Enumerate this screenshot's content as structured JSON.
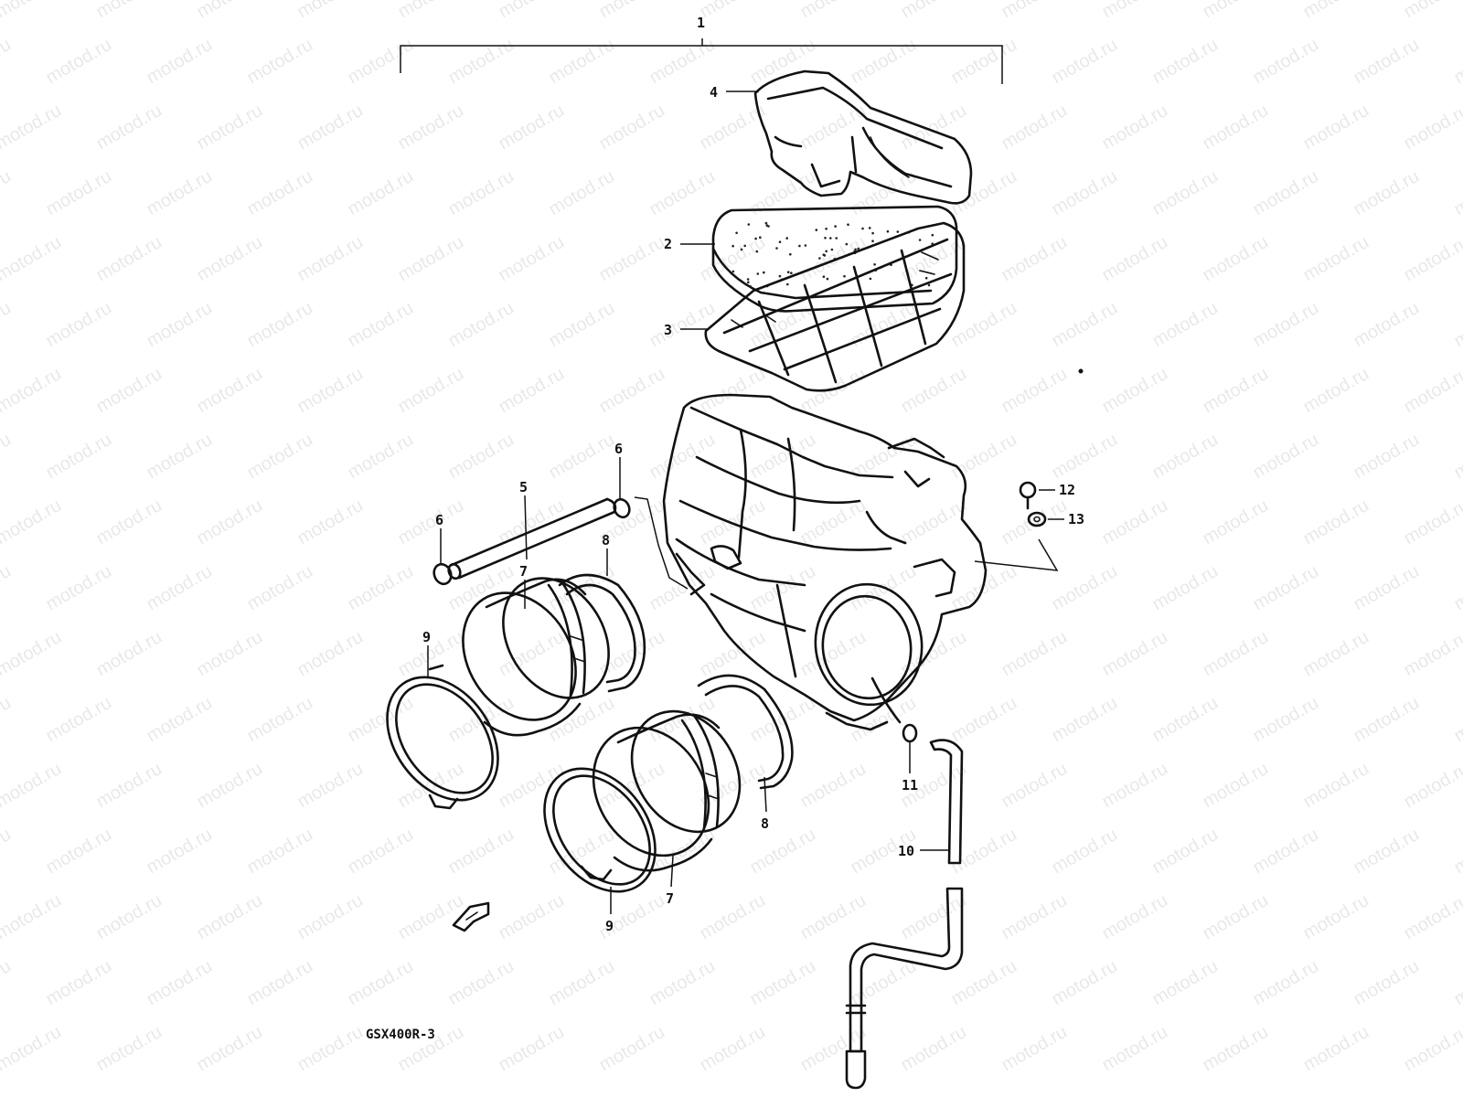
{
  "diagram": {
    "model_code": "GSX400R-3",
    "watermark": "motod.ru",
    "callouts": [
      "1",
      "2",
      "3",
      "4",
      "5",
      "6",
      "6",
      "7",
      "7",
      "8",
      "8",
      "9",
      "9",
      "10",
      "11",
      "12",
      "13"
    ]
  }
}
